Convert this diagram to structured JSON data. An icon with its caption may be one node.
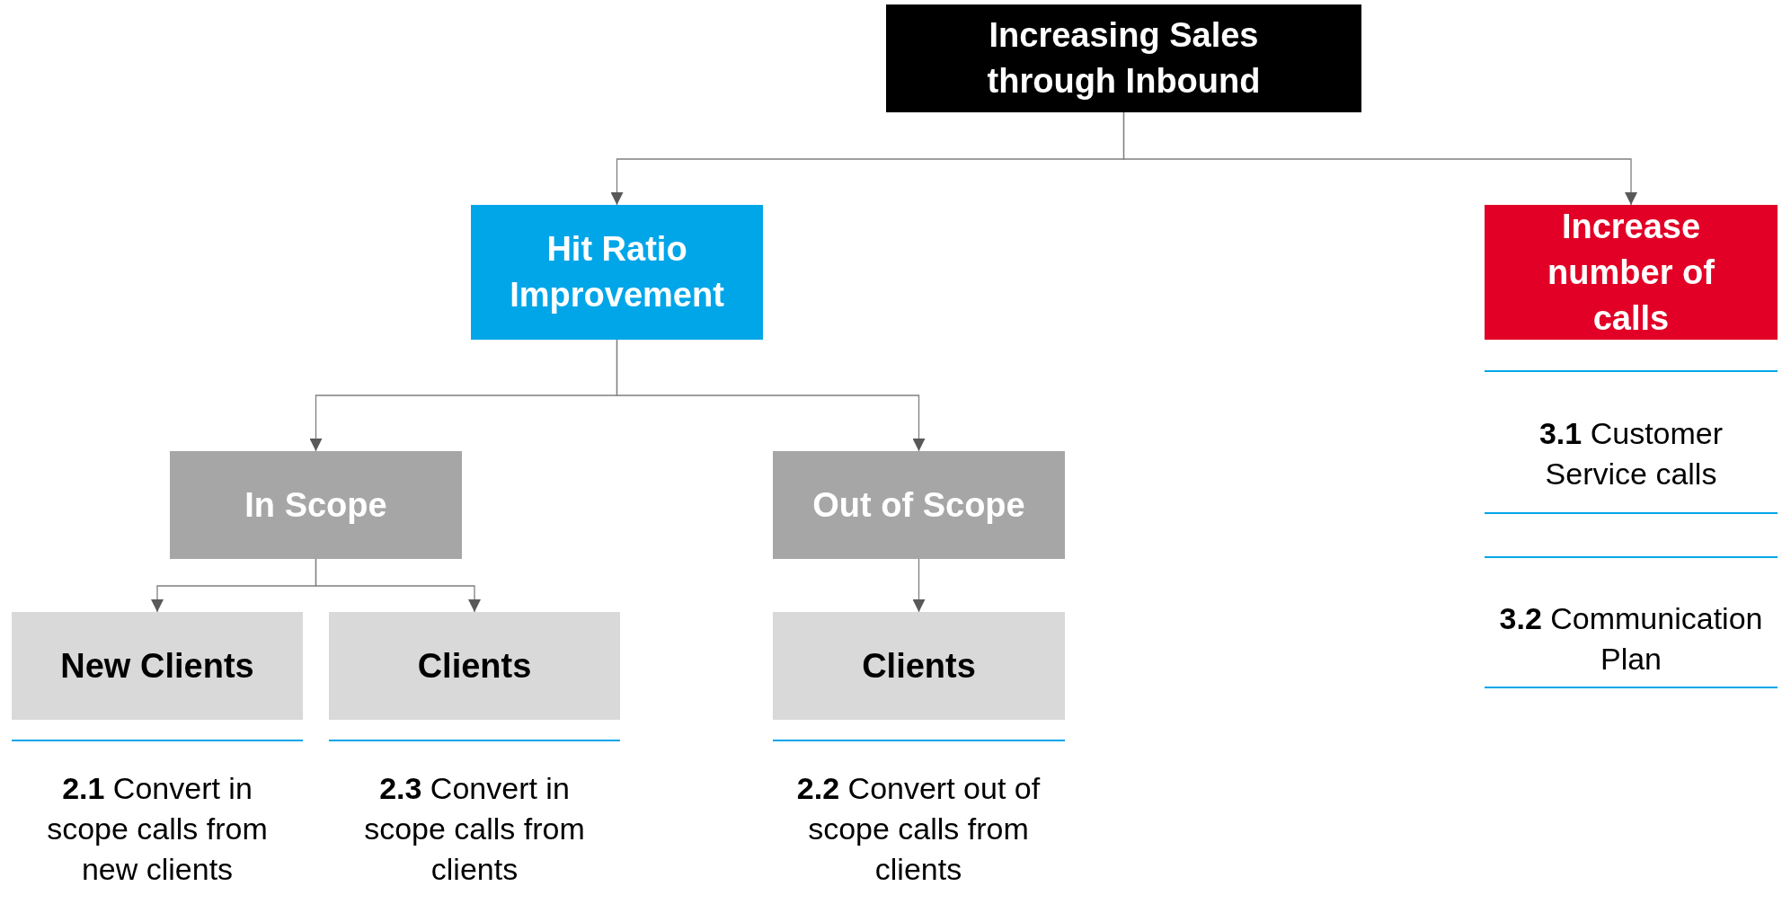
{
  "diagram": {
    "nodes": [
      {
        "text": [
          "Increasing Sales through Inbound"
        ]
      },
      {
        "text": [
          "Hit Ratio Improvement"
        ]
      },
      {
        "text": [
          "Increase number of calls"
        ]
      },
      {
        "text": [
          "In Scope"
        ]
      },
      {
        "text": [
          "Out of Scope"
        ]
      },
      {
        "text": [
          "New Clients"
        ]
      },
      {
        "text": [
          "Clients"
        ]
      },
      {
        "text": [
          "Clients"
        ]
      }
    ],
    "edges": [
      {
        "from": 0,
        "to": 1,
        "arrow": "to"
      },
      {
        "from": 0,
        "to": 2,
        "arrow": "to"
      },
      {
        "from": 1,
        "to": 3,
        "arrow": "to"
      },
      {
        "from": 1,
        "to": 4,
        "arrow": "to"
      },
      {
        "from": 3,
        "to": 5,
        "arrow": "to"
      },
      {
        "from": 3,
        "to": 6,
        "arrow": "to"
      },
      {
        "from": 4,
        "to": 7,
        "arrow": "to"
      }
    ],
    "labels": [
      "**3.1** Customer Service calls",
      "**3.2** Communication Plan",
      "**2.1** Convert in scope calls from new clients",
      "**2.3** Convert in scope calls from clients",
      "**2.2** Convert out of scope calls from clients"
    ]
  }
}
